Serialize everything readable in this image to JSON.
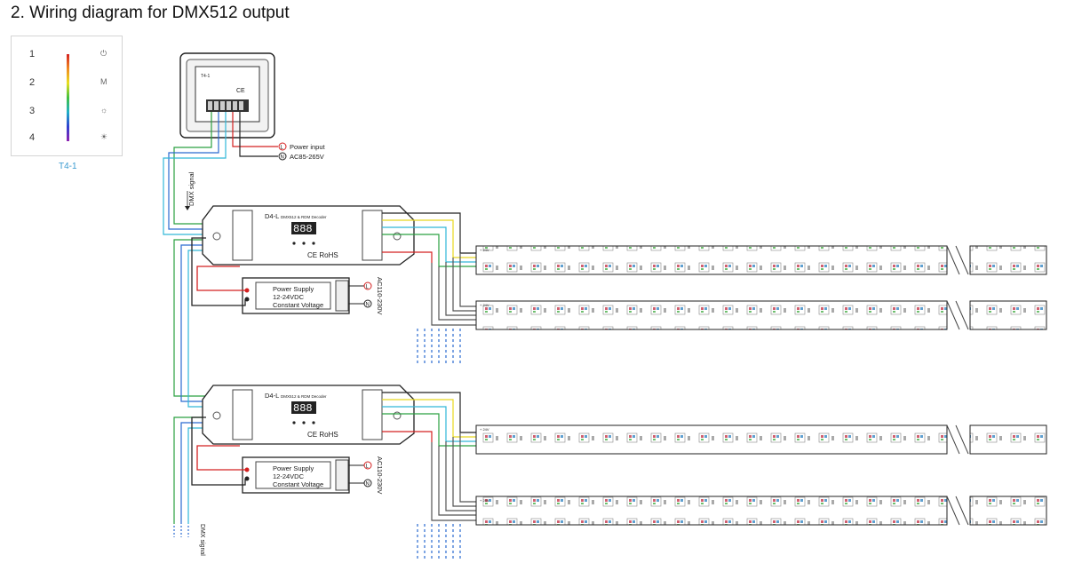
{
  "title": "2. Wiring diagram for DMX512 output",
  "panel": {
    "caption": "T4-1",
    "zones": [
      "1",
      "2",
      "3",
      "4"
    ],
    "icons": [
      {
        "name": "power-icon",
        "glyph": "⏻"
      },
      {
        "name": "mode-icon",
        "glyph": "M"
      },
      {
        "name": "scene-icon",
        "glyph": "☼"
      },
      {
        "name": "brightness-icon",
        "glyph": "☀"
      }
    ]
  },
  "wall_unit": {
    "model": "T4-1"
  },
  "power_input": {
    "label": "Power input",
    "voltage": "AC85-265V",
    "live": "L",
    "neutral": "N"
  },
  "dmx_signal_label": "DMX signal",
  "decoders": [
    {
      "model": "D4-L",
      "subtitle": "DMX512 & RDM Decoder",
      "display": "888",
      "cert": "CE RoHS"
    },
    {
      "model": "D4-L",
      "subtitle": "DMX512 & RDM Decoder",
      "display": "888",
      "cert": "CE RoHS"
    }
  ],
  "power_supply": {
    "line1": "Power Supply",
    "line2": "12-24VDC",
    "line3": "Constant Voltage",
    "ac_label": "AC110-230V",
    "live": "L",
    "neutral": "N"
  },
  "strip_label": "+ 24V",
  "colors": {
    "red": "#d42020",
    "green": "#2aa040",
    "blue": "#2a6ad0",
    "cyan": "#30b8d8",
    "yellow": "#e8d820",
    "black": "#222222"
  }
}
